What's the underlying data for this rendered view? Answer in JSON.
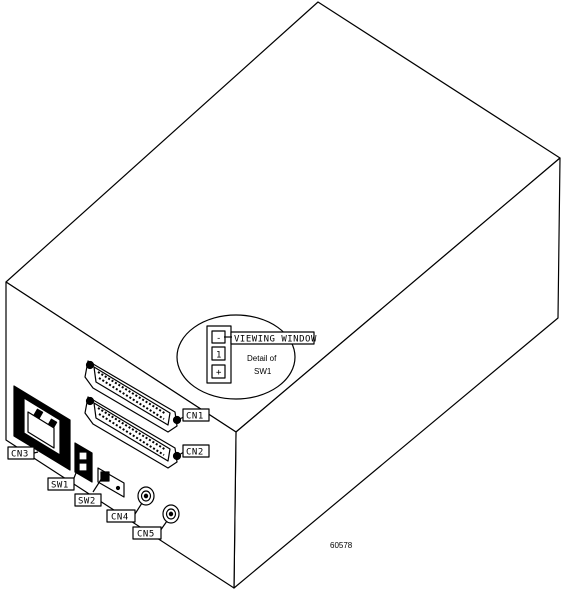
{
  "diagram": {
    "callouts": {
      "cn1": "CN1",
      "cn2": "CN2",
      "cn3": "CN3",
      "cn4": "CN4",
      "cn5": "CN5",
      "sw1": "SW1",
      "sw2": "SW2"
    },
    "detail": {
      "window_label": "VIEWING WINDOW",
      "minus": "-",
      "one": "1",
      "plus": "+",
      "caption_line1": "Detail of",
      "caption_line2": "SW1"
    },
    "figure_number": "60578"
  }
}
